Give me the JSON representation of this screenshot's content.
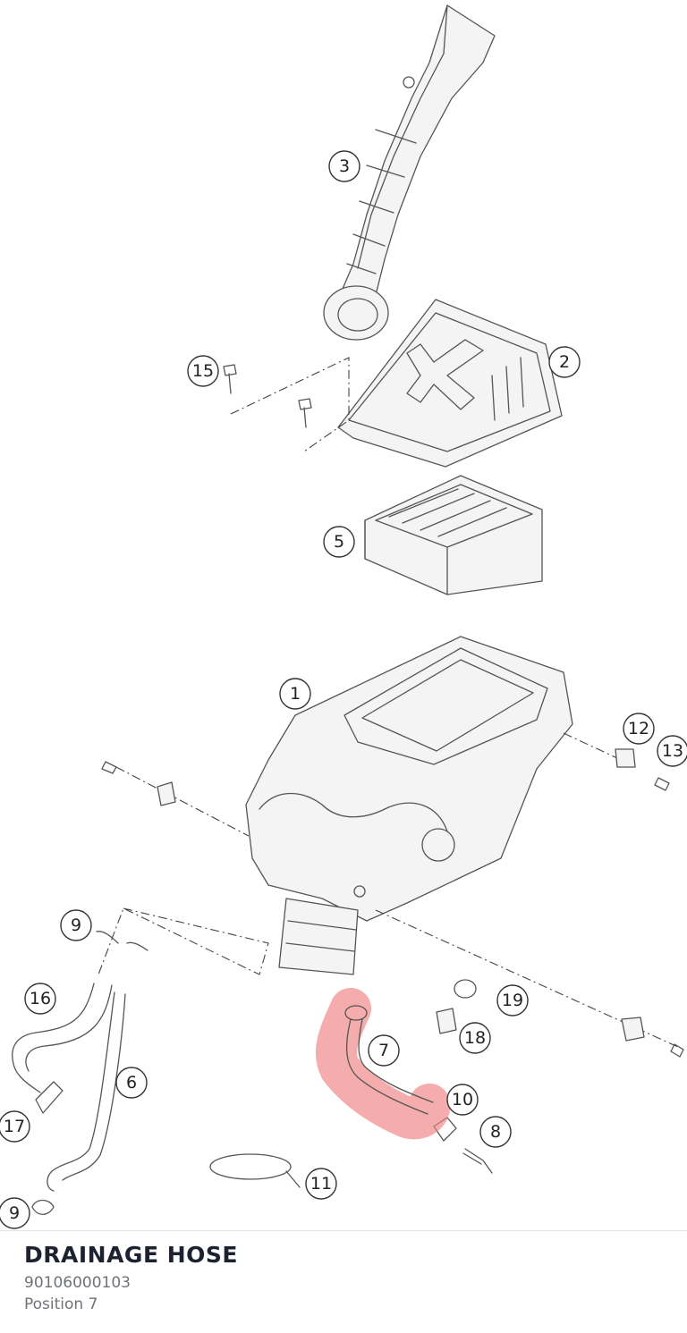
{
  "part": {
    "title": "DRAINAGE HOSE",
    "number": "90106000103",
    "position": "Position 7"
  },
  "colors": {
    "highlight": "#f08080",
    "ink": "#555555",
    "title": "#1c2230",
    "meta": "#6f7277"
  },
  "callouts": {
    "c1": "1",
    "c2": "2",
    "c3": "3",
    "c5": "5",
    "c6": "6",
    "c7": "7",
    "c8": "8",
    "c9a": "9",
    "c9b": "9",
    "c10": "10",
    "c11": "11",
    "c12": "12",
    "c13": "13",
    "c15": "15",
    "c16": "16",
    "c17": "17",
    "c18": "18",
    "c19": "19"
  }
}
